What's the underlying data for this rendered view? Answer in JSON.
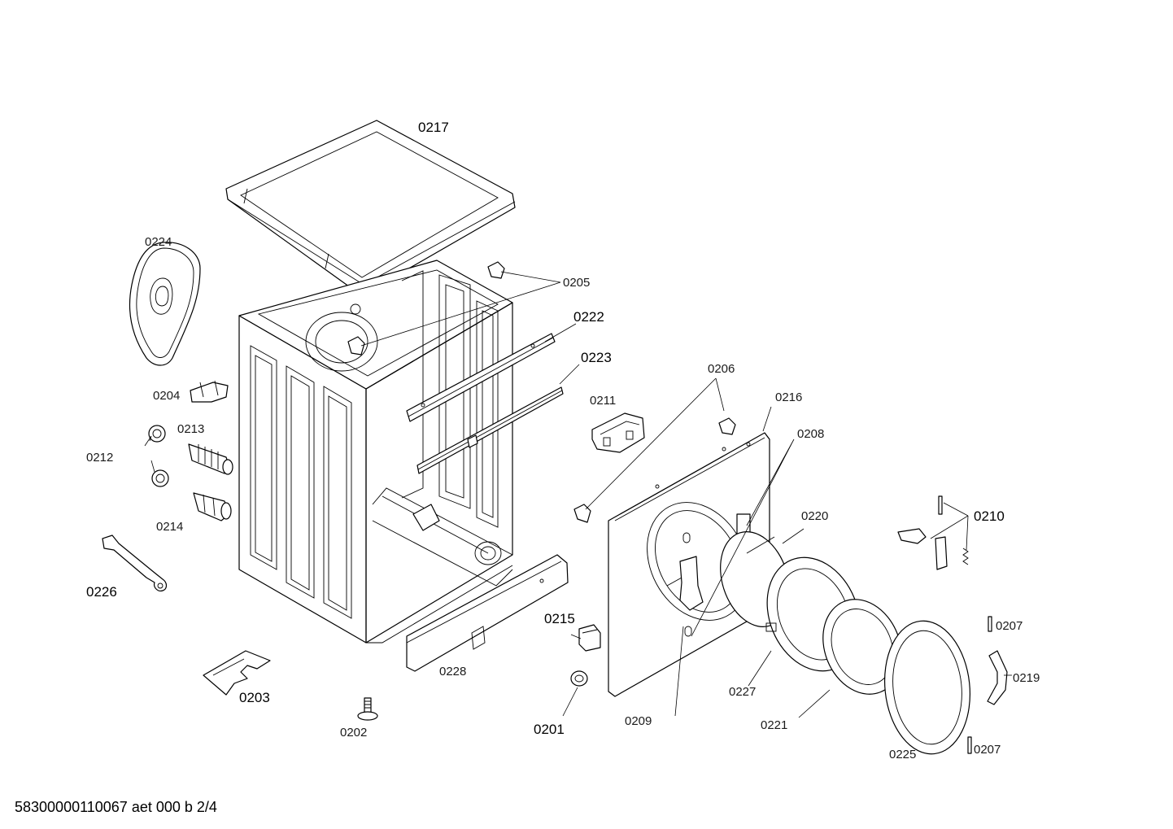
{
  "labels": {
    "p0217": "0217",
    "p0224": "0224",
    "p0205": "0205",
    "p0222": "0222",
    "p0223": "0223",
    "p0204": "0204",
    "p0213": "0213",
    "p0212": "0212",
    "p0214": "0214",
    "p0226": "0226",
    "p0203": "0203",
    "p0202": "0202",
    "p0228": "0228",
    "p0215": "0215",
    "p0201": "0201",
    "p0211": "0211",
    "p0206": "0206",
    "p0216": "0216",
    "p0208": "0208",
    "p0220": "0220",
    "p0209": "0209",
    "p0227": "0227",
    "p0221": "0221",
    "p0225": "0225",
    "p0210": "0210",
    "p0207a": "0207",
    "p0207b": "0207",
    "p0219": "0219"
  },
  "footer": {
    "doc_id": "58300000110067 aet 000 b 2/4"
  }
}
